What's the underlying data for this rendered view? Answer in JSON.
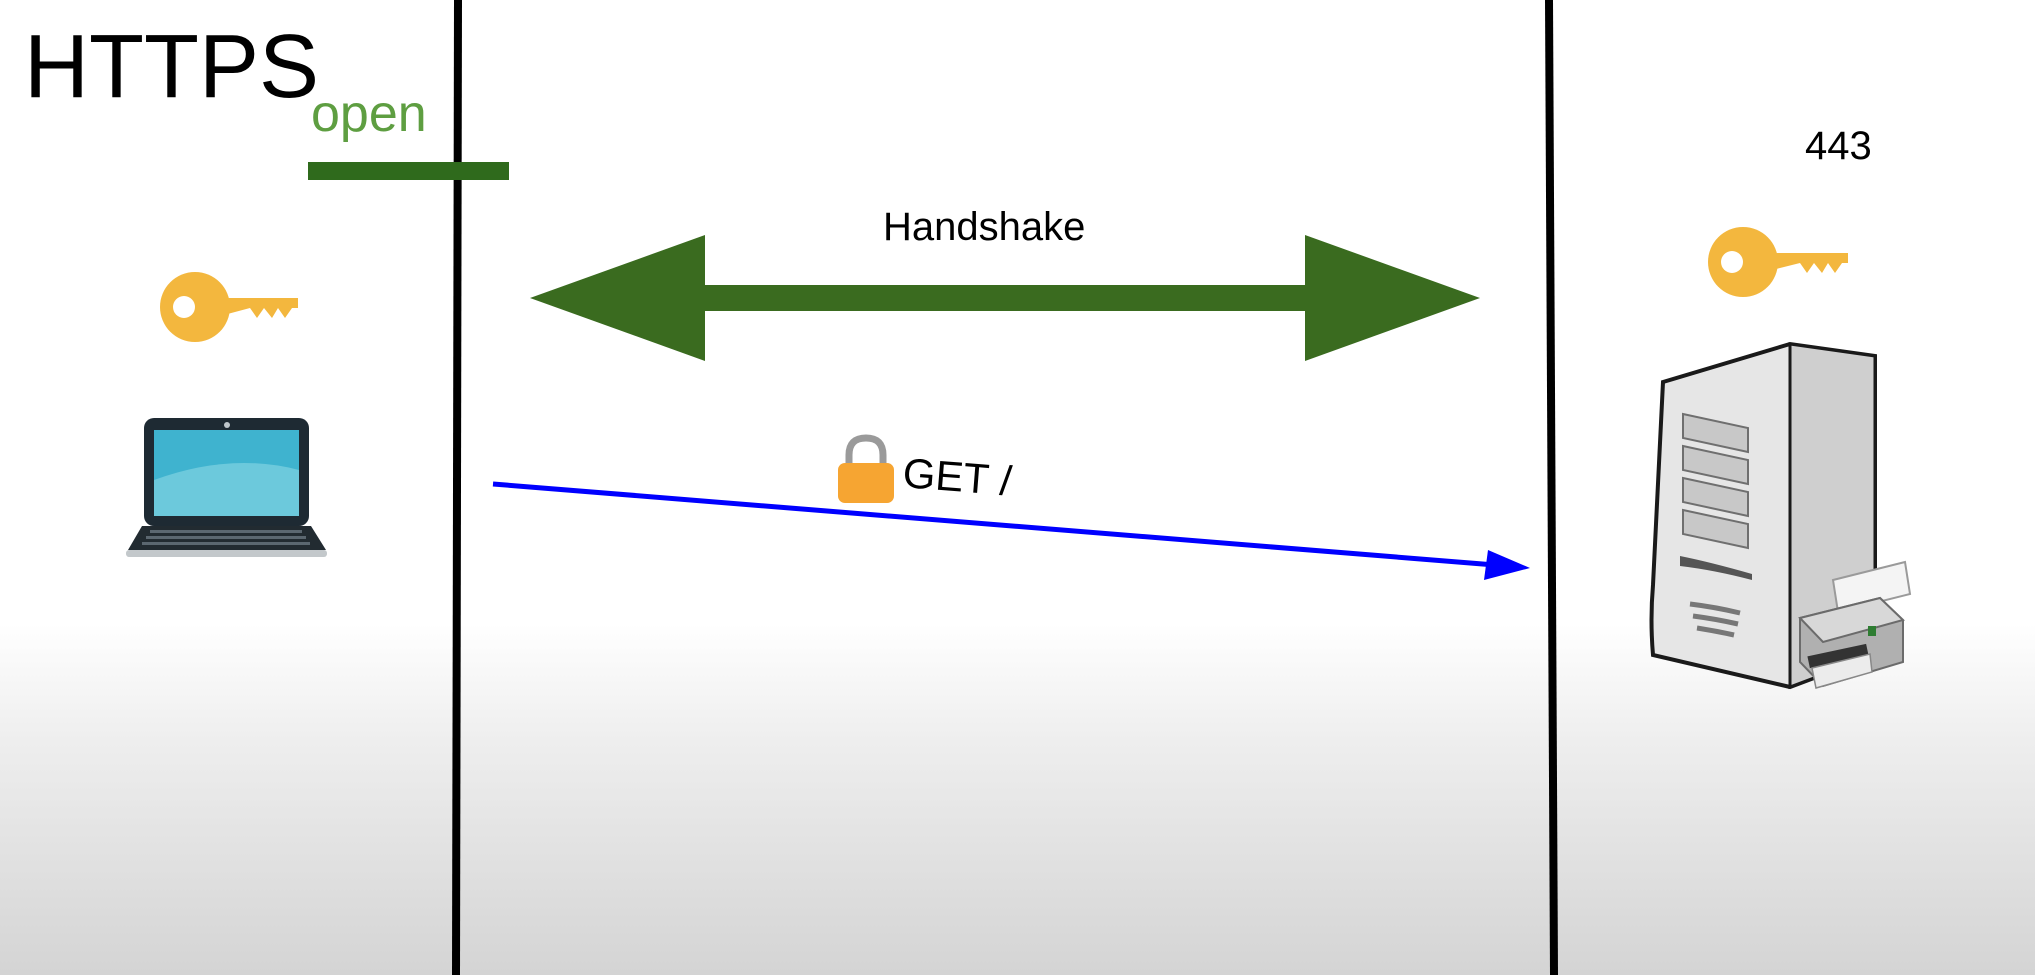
{
  "title": "HTTPS",
  "client": {
    "port_state": "open",
    "key_icon": "key-icon",
    "device_icon": "laptop-icon"
  },
  "server": {
    "port": "443",
    "key_icon": "key-icon",
    "device_icon": "server-tower-icon",
    "peripheral_icon": "printer-icon"
  },
  "handshake": {
    "label": "Handshake",
    "color": "#3a6b1f"
  },
  "request": {
    "label": "GET /",
    "icon": "lock-icon",
    "color": "#0000ff"
  },
  "colors": {
    "open": "#5e9e41",
    "port_bar": "#2f6a1c",
    "key": "#f3b73e",
    "lock_body": "#f6a532",
    "lock_shackle": "#9a9a9a"
  }
}
